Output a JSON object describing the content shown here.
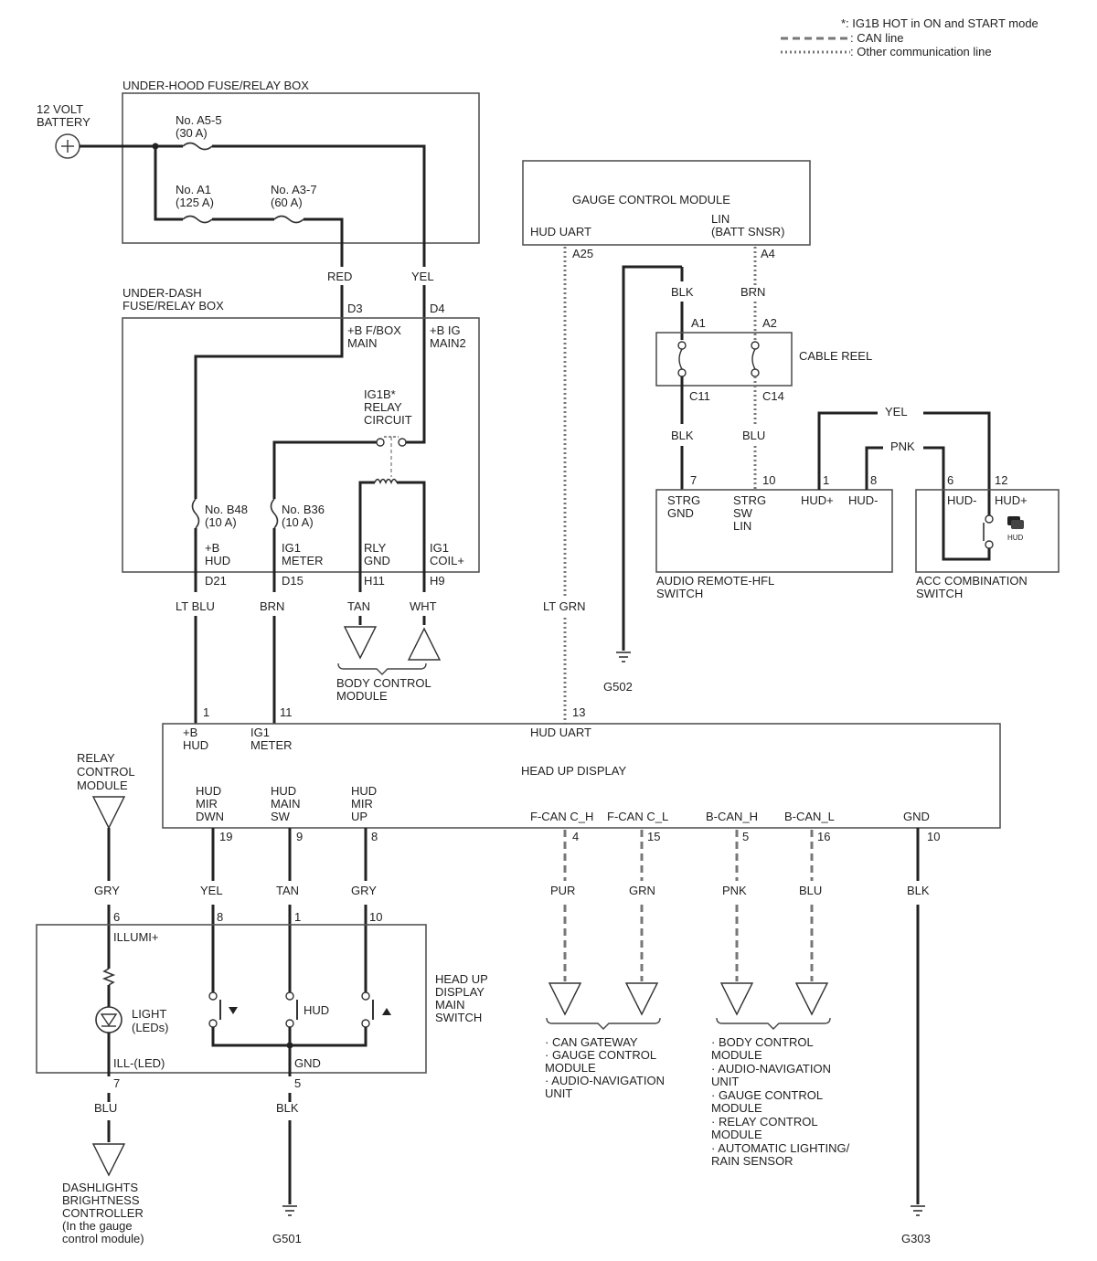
{
  "legend": {
    "ig1b_note": "*: IG1B HOT in ON and START mode",
    "can_line": ": CAN line",
    "other_line": ": Other communication line"
  },
  "battery": {
    "line1": "12 VOLT",
    "line2": "BATTERY"
  },
  "underhood_box": {
    "title": "UNDER-HOOD FUSE/RELAY BOX",
    "fuse_a55": {
      "name": "No. A5-5",
      "rating": "(30 A)"
    },
    "fuse_a1": {
      "name": "No. A1",
      "rating": "(125 A)"
    },
    "fuse_a37": {
      "name": "No. A3-7",
      "rating": "(60 A)"
    }
  },
  "wires_top": {
    "red": "RED",
    "yel": "YEL"
  },
  "underdash_box": {
    "title1": "UNDER-DASH",
    "title2": "FUSE/RELAY BOX",
    "pin_d3": "D3",
    "pin_d4": "D4",
    "term_bfbox1": "+B F/BOX",
    "term_bfbox2": "MAIN",
    "term_big1": "+B IG",
    "term_big2": "MAIN2",
    "relay1": "IG1B*",
    "relay2": "RELAY",
    "relay3": "CIRCUIT",
    "fuse_b48": {
      "name": "No. B48",
      "rating": "(10 A)"
    },
    "fuse_b36": {
      "name": "No. B36",
      "rating": "(10 A)"
    },
    "t_bhud1": "+B",
    "t_bhud2": "HUD",
    "t_ig1m1": "IG1",
    "t_ig1m2": "METER",
    "t_rly1": "RLY",
    "t_rly2": "GND",
    "t_coil1": "IG1",
    "t_coil2": "COIL+",
    "pin_d21": "D21",
    "pin_d15": "D15",
    "pin_h11": "H11",
    "pin_h9": "H9"
  },
  "wires_mid": {
    "ltblu": "LT BLU",
    "brn": "BRN",
    "tan": "TAN",
    "wht": "WHT",
    "ltgrn": "LT GRN"
  },
  "bcm_label": {
    "line1": "BODY CONTROL",
    "line2": "MODULE"
  },
  "gauge_module": {
    "title": "GAUGE CONTROL MODULE",
    "hud_uart": "HUD UART",
    "lin1": "LIN",
    "lin2": "(BATT SNSR)",
    "pin_a25": "A25",
    "pin_a4": "A4"
  },
  "cable_reel": {
    "title": "CABLE REEL",
    "blk_top": "BLK",
    "brn_top": "BRN",
    "pin_a1": "A1",
    "pin_a2": "A2",
    "pin_c11": "C11",
    "pin_c14": "C14",
    "blk_bot": "BLK",
    "blu_bot": "BLU"
  },
  "hfl_switch": {
    "name1": "AUDIO REMOTE-HFL",
    "name2": "SWITCH",
    "pin7": "7",
    "pin10": "10",
    "pin1": "1",
    "pin8": "8",
    "strg_gnd1": "STRG",
    "strg_gnd2": "GND",
    "strg_sw1": "STRG",
    "strg_sw2": "SW",
    "strg_sw3": "LIN",
    "hudp": "HUD+",
    "hudm": "HUD-"
  },
  "acc_switch": {
    "name1": "ACC COMBINATION",
    "name2": "SWITCH",
    "pin6": "6",
    "pin12": "12",
    "hudm": "HUD-",
    "hudp": "HUD+",
    "icon_label": "HUD"
  },
  "wires_right": {
    "yel": "YEL",
    "pnk": "PNK"
  },
  "grounds": {
    "g502": "G502",
    "g501": "G501",
    "g303": "G303"
  },
  "hud": {
    "title": "HEAD UP DISPLAY",
    "pin1": "1",
    "pin11": "11",
    "pin13": "13",
    "t_bhud1": "+B",
    "t_bhud2": "HUD",
    "t_ig1m1": "IG1",
    "t_ig1m2": "METER",
    "t_uart": "HUD UART",
    "mirdwn1": "HUD",
    "mirdwn2": "MIR",
    "mirdwn3": "DWN",
    "mainsw1": "HUD",
    "mainsw2": "MAIN",
    "mainsw3": "SW",
    "mirup1": "HUD",
    "mirup2": "MIR",
    "mirup3": "UP",
    "fcanh": "F-CAN C_H",
    "fcanl": "F-CAN C_L",
    "bcanh": "B-CAN_H",
    "bcanl": "B-CAN_L",
    "gnd": "GND",
    "pin19": "19",
    "pin9": "9",
    "pin8": "8",
    "pin4": "4",
    "pin15": "15",
    "pin5": "5",
    "pin16": "16",
    "pin10": "10"
  },
  "relay_module": {
    "line1": "RELAY",
    "line2": "CONTROL",
    "line3": "MODULE"
  },
  "wires_bottom": {
    "gry1": "GRY",
    "yel": "YEL",
    "tan": "TAN",
    "gry2": "GRY",
    "pur": "PUR",
    "grn": "GRN",
    "pnk": "PNK",
    "blu": "BLU",
    "blk": "BLK",
    "blu2": "BLU",
    "blk2": "BLK"
  },
  "main_switch": {
    "name1": "HEAD UP",
    "name2": "DISPLAY",
    "name3": "MAIN",
    "name4": "SWITCH",
    "pin6": "6",
    "pin8": "8",
    "pin1": "1",
    "pin10": "10",
    "illumi": "ILLUMI+",
    "light1": "LIGHT",
    "light2": "(LEDs)",
    "hud": "HUD",
    "ill_led": "ILL-(LED)",
    "gnd": "GND",
    "pin7": "7",
    "pin5": "5"
  },
  "can_gateway_group": {
    "l1": "· CAN GATEWAY",
    "l2": "· GAUGE CONTROL",
    "l3": "MODULE",
    "l4": "· AUDIO-NAVIGATION",
    "l5": "UNIT"
  },
  "body_group": {
    "l1": "· BODY CONTROL",
    "l2": "MODULE",
    "l3": "· AUDIO-NAVIGATION",
    "l4": "UNIT",
    "l5": "· GAUGE CONTROL",
    "l6": "MODULE",
    "l7": "· RELAY CONTROL",
    "l8": "MODULE",
    "l9": "· AUTOMATIC LIGHTING/",
    "l10": "RAIN SENSOR"
  },
  "dashlights": {
    "l1": "DASHLIGHTS",
    "l2": "BRIGHTNESS",
    "l3": "CONTROLLER",
    "l4": "(In the gauge",
    "l5": "control module)"
  }
}
